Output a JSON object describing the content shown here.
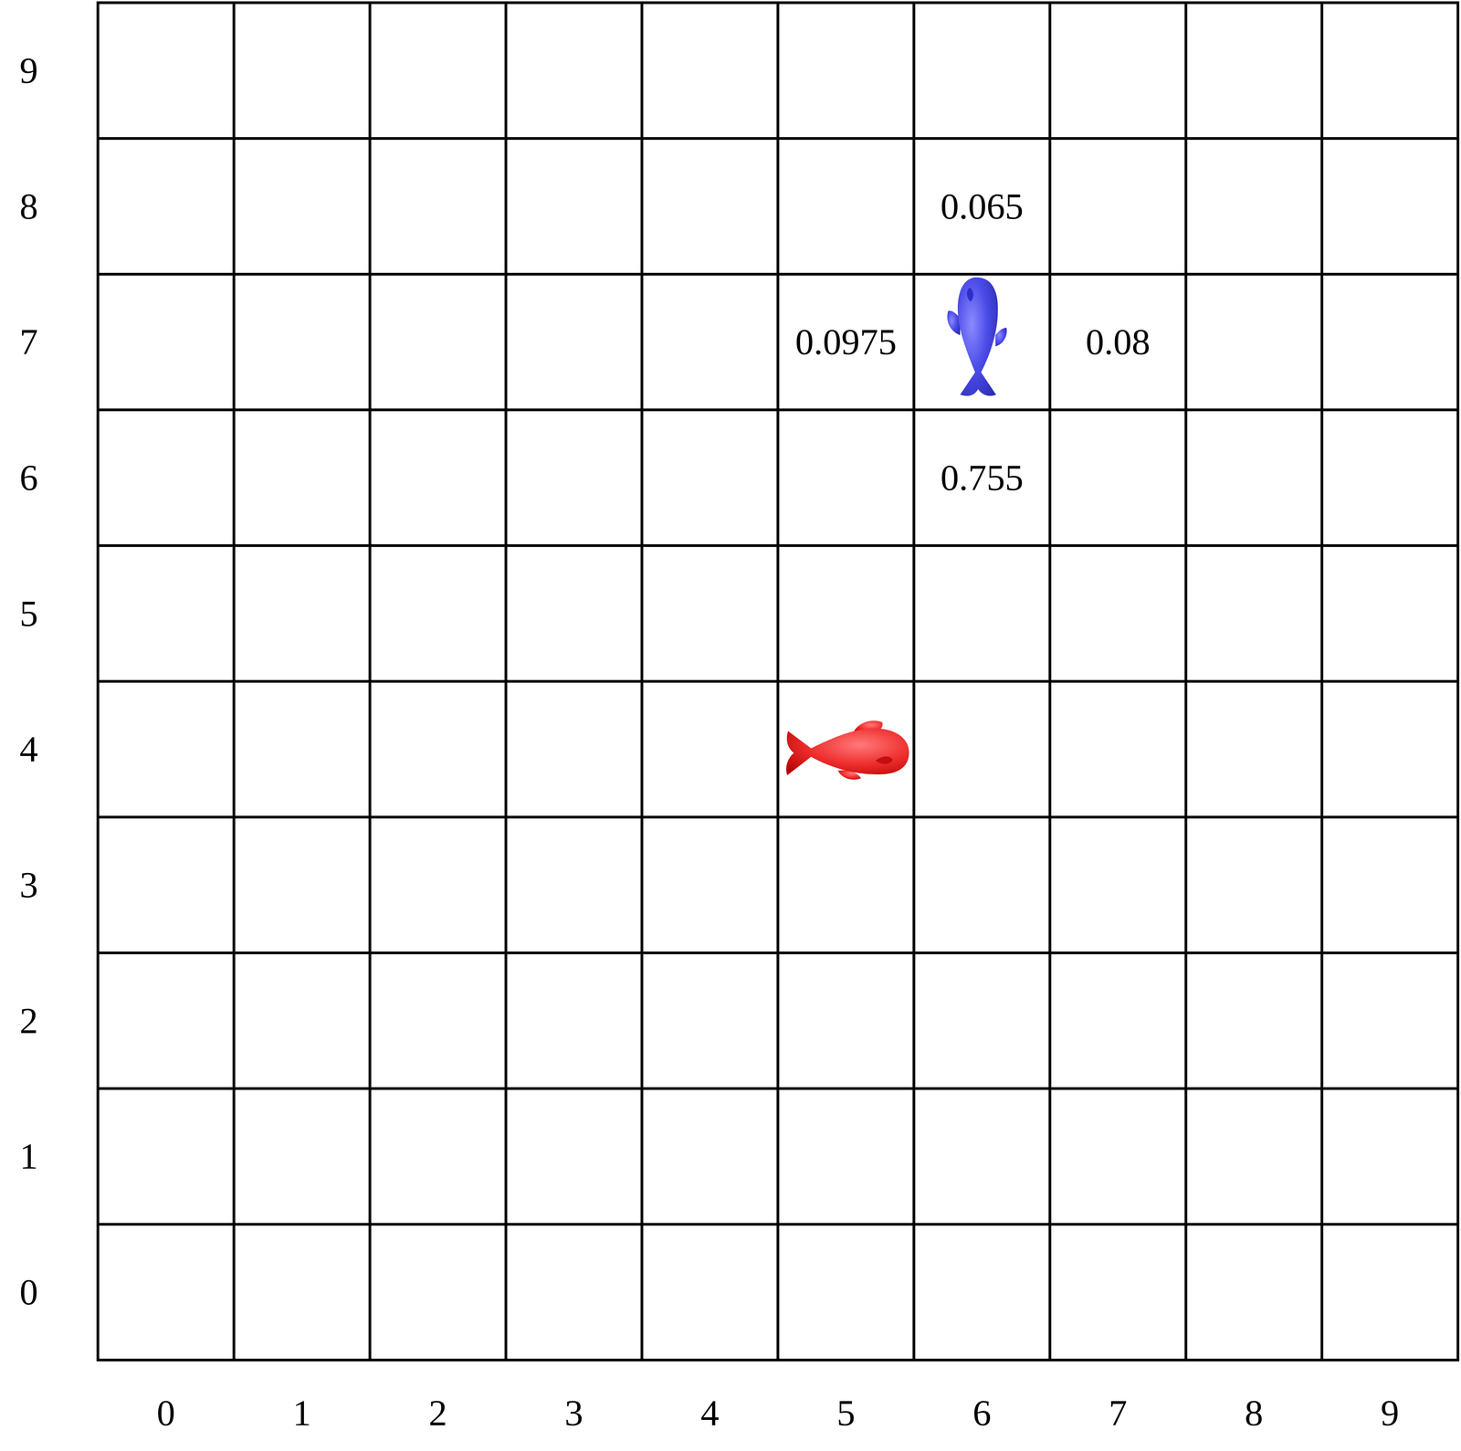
{
  "diagram": {
    "labels": [
      "9",
      "8",
      "7",
      "6",
      "5",
      "4",
      "3",
      "2",
      "1",
      "0",
      "0",
      "1",
      "2",
      "3",
      "4",
      "5",
      "6",
      "7",
      "8",
      "9",
      "0.065",
      "0.0975",
      "0.08",
      "0.755"
    ]
  }
}
